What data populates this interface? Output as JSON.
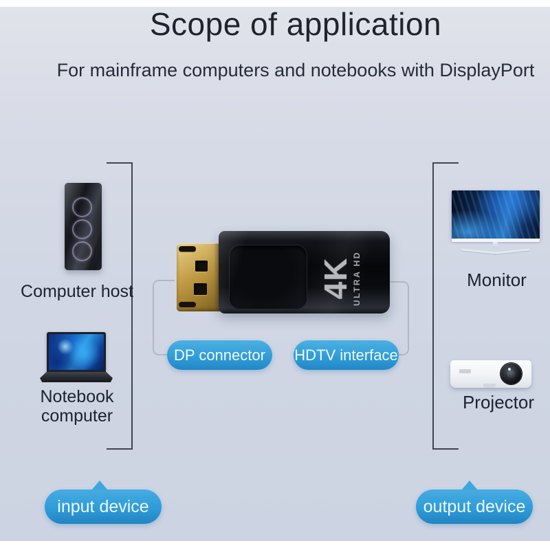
{
  "header": {
    "title": "Scope of application",
    "subtitle": "For mainframe computers and notebooks with DisplayPort"
  },
  "input_group": {
    "devices": [
      {
        "label": "Computer host"
      },
      {
        "label": "Notebook computer"
      }
    ],
    "tag": "input device"
  },
  "output_group": {
    "devices": [
      {
        "label": "Monitor"
      },
      {
        "label": "Projector"
      }
    ],
    "tag": "output device"
  },
  "adapter": {
    "print_primary": "4K",
    "print_secondary": "ULTRA HD",
    "callouts": {
      "dp": "DP connector",
      "hdtv": "HDTV interface"
    }
  },
  "colors": {
    "background": "#d3d9e5",
    "accent_blue": "#36a2de",
    "bracket_line": "#40454f",
    "leader_line": "#b2b7c3",
    "adapter_black": "#0a0b0e",
    "dp_gold": "#c4a053",
    "text_dark": "#1e232e"
  }
}
